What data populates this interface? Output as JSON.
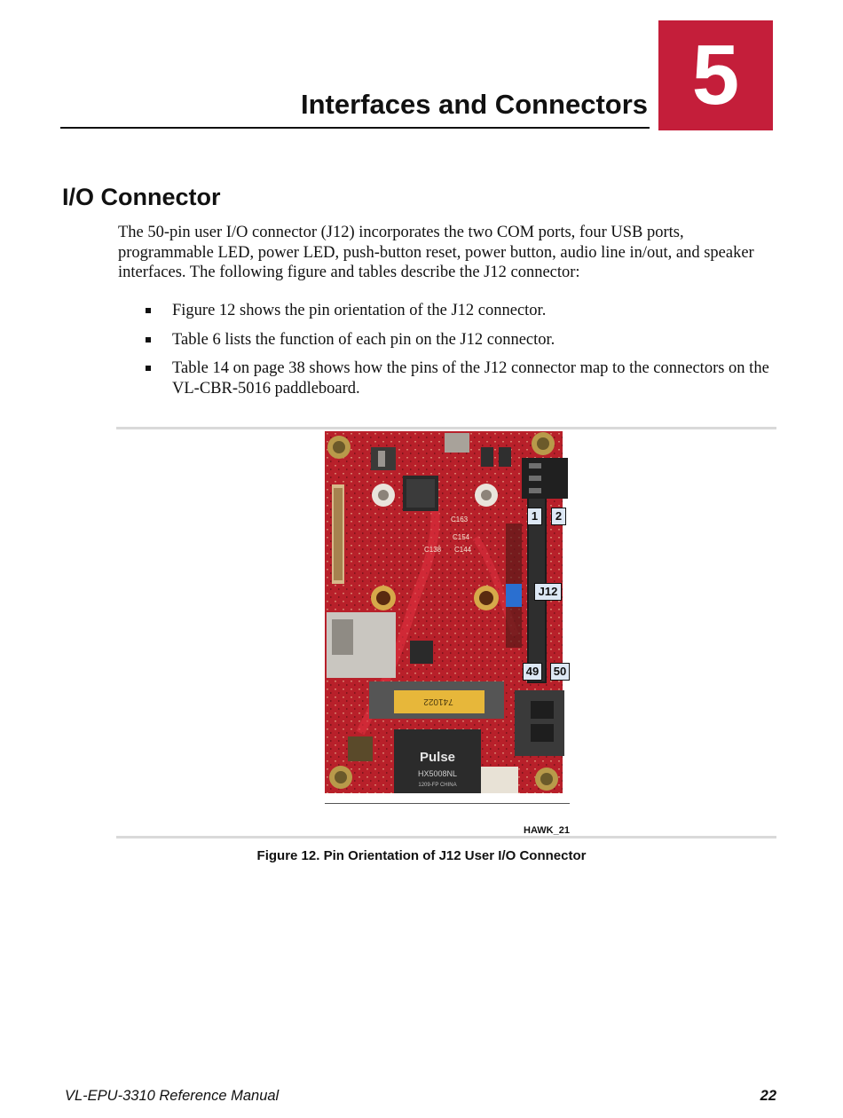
{
  "chapter": {
    "title": "Interfaces and Connectors",
    "number": "5",
    "badge_color": "#c41e3a"
  },
  "section": {
    "heading": "I/O Connector",
    "paragraph": "The 50-pin user I/O connector (J12) incorporates the two COM ports, four USB ports, programmable LED, power LED, push-button reset, power button, audio line in/out, and speaker interfaces. The following figure and tables describe the J12 connector:",
    "bullets": [
      "Figure 12 shows the pin orientation of the J12 connector.",
      "Table 6 lists the function of each pin on the J12 connector.",
      "Table 14 on page 38 shows how the pins of the J12 connector map to the connectors on the VL-CBR-5016 paddleboard."
    ]
  },
  "figure": {
    "pin_labels": {
      "pin1": "1",
      "pin2": "2",
      "connector": "J12",
      "pin49": "49",
      "pin50": "50"
    },
    "board_markings": {
      "chip_brand": "Pulse",
      "chip_part": "HX5008NL",
      "chip_sub": "1209-FP CHINA",
      "slot_code": "741022",
      "silk_c163": "C163",
      "silk_c154": "C154",
      "silk_c144": "C144",
      "silk_c138": "C138"
    },
    "image_id": "HAWK_21",
    "caption": "Figure 12. Pin Orientation of J12 User I/O Connector"
  },
  "footer": {
    "manual": "VL-EPU-3310 Reference Manual",
    "page": "22"
  }
}
